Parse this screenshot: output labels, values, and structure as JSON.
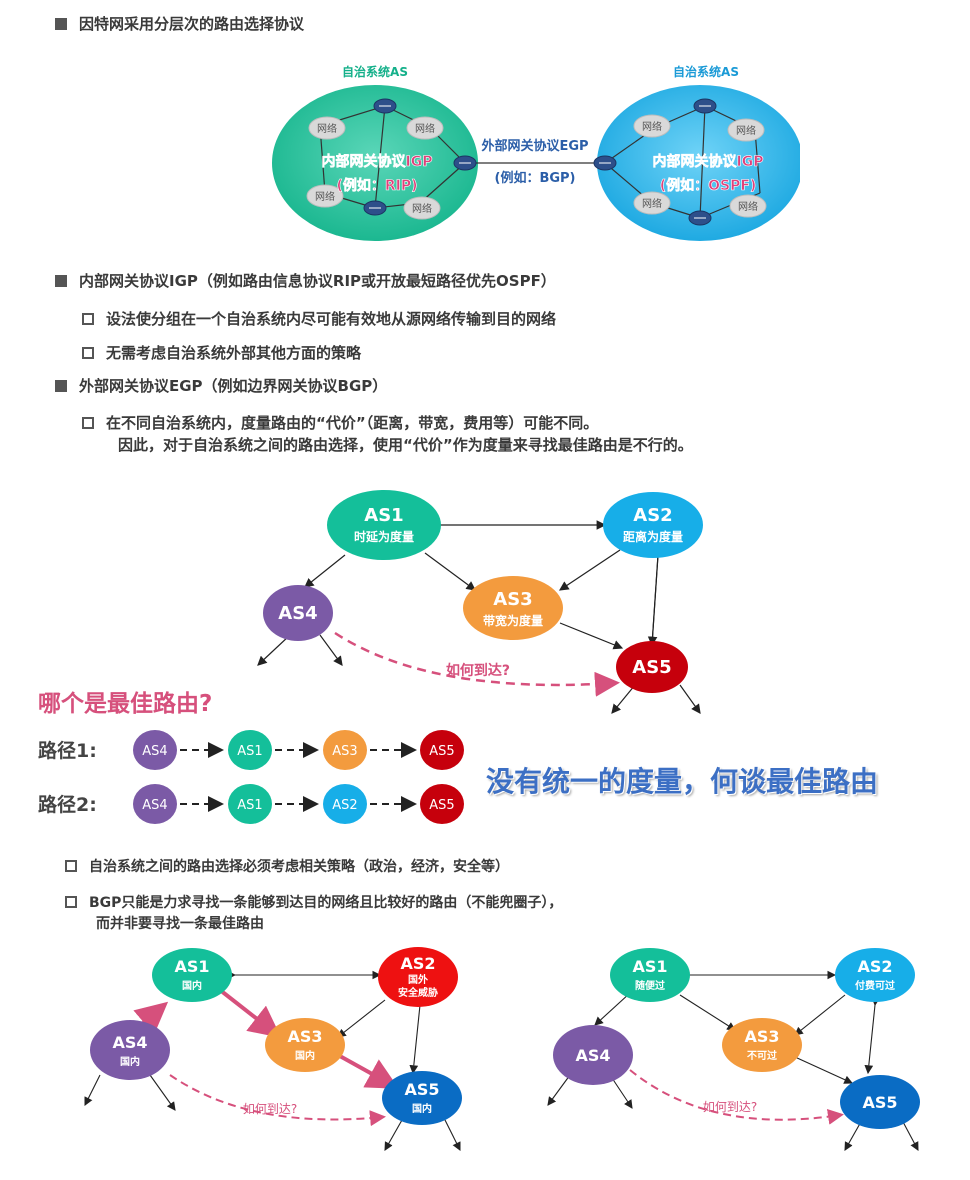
{
  "heading1": "因特网采用分层次的路由选择协议",
  "top_diagram": {
    "as_left_label": "自治系统AS",
    "as_right_label": "自治系统AS",
    "network": "网络",
    "igp_left_line1": "内部网关协议IGP",
    "igp_left_line2": "(例如：RIP)",
    "igp_right_line1": "内部网关协议IGP",
    "igp_right_line2": "(例如：OSPF)",
    "egp_line1": "外部网关协议EGP",
    "egp_line2": "(例如：BGP)"
  },
  "bullets": {
    "igp": "内部网关协议IGP（例如路由信息协议RIP或开放最短路径优先OSPF）",
    "igp_sub1": "设法使分组在一个自治系统内尽可能有效地从源网络传输到目的网络",
    "igp_sub2": "无需考虑自治系统外部其他方面的策略",
    "egp": "外部网关协议EGP（例如边界网关协议BGP）",
    "egp_sub1_line1": "在不同自治系统内，度量路由的“代价”（距离，带宽，费用等）可能不同。",
    "egp_sub1_line2": "因此，对于自治系统之间的路由选择，使用“代价”作为度量来寻找最佳路由是不行的。"
  },
  "metric_diagram": {
    "as1": "AS1",
    "as1_sub": "时延为度量",
    "as2": "AS2",
    "as2_sub": "距离为度量",
    "as3": "AS3",
    "as3_sub": "带宽为度量",
    "as4": "AS4",
    "as5": "AS5",
    "how_to_reach": "如何到达?"
  },
  "best_route_question": "哪个是最佳路由?",
  "path1": {
    "label": "路径1:",
    "nodes": [
      "AS4",
      "AS1",
      "AS3",
      "AS5"
    ]
  },
  "path2": {
    "label": "路径2:",
    "nodes": [
      "AS4",
      "AS1",
      "AS2",
      "AS5"
    ]
  },
  "no_metric": "没有统一的度量，何谈最佳路由",
  "policy": {
    "line1": "自治系统之间的路由选择必须考虑相关策略（政治，经济，安全等）",
    "line2a": "BGP只能是力求寻找一条能够到达目的网络且比较好的路由（不能兜圈子），",
    "line2b": "而并非要寻找一条最佳路由"
  },
  "policy_left": {
    "as1": "AS1",
    "as1_sub": "国内",
    "as2": "AS2",
    "as2_sub1": "国外",
    "as2_sub2": "安全威胁",
    "as3": "AS3",
    "as3_sub": "国内",
    "as4": "AS4",
    "as4_sub": "国内",
    "as5": "AS5",
    "as5_sub": "国内",
    "how_to_reach": "如何到达?"
  },
  "policy_right": {
    "as1": "AS1",
    "as1_sub": "随便过",
    "as2": "AS2",
    "as2_sub": "付费可过",
    "as3": "AS3",
    "as3_sub": "不可过",
    "as4": "AS4",
    "as5": "AS5",
    "how_to_reach": "如何到达?"
  },
  "colors": {
    "teal": "#14bf9a",
    "blue": "#17aee8",
    "orange": "#f39b3e",
    "purple": "#7b5aa6",
    "darkred": "#c6000c",
    "red": "#ee1111",
    "darkblue": "#0a6cc4",
    "pink": "#d6507c"
  }
}
